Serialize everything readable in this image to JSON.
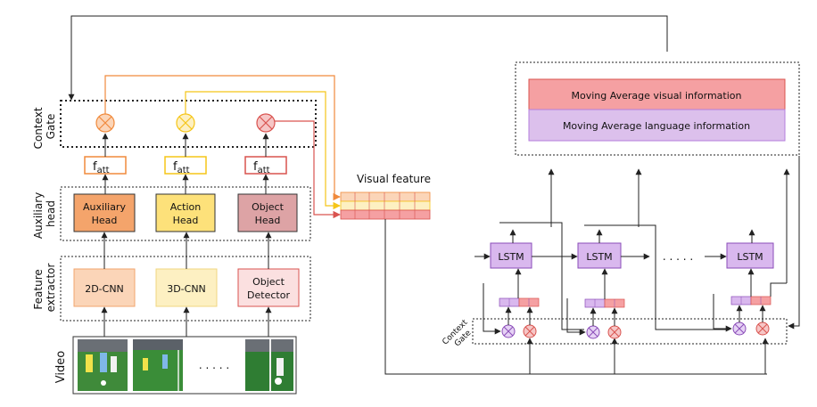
{
  "labels": {
    "context_gate": [
      "Context",
      "Gate"
    ],
    "auxiliary_head": [
      "Auxiliary",
      "head"
    ],
    "feature_extractor": [
      "Feature",
      "extractor"
    ],
    "video": "Video",
    "visual_feature": "Visual feature",
    "lstm_context_gate": [
      "Context",
      "Gate"
    ],
    "lstm_ellipsis": ". . . . .",
    "frames_ellipsis": ". . . . ."
  },
  "attention": {
    "base": "f",
    "subscript": "att"
  },
  "heads": [
    {
      "line1": "Auxiliary",
      "line2": "Head",
      "fill": "#f4a46b",
      "stroke": "#333333"
    },
    {
      "line1": "Action",
      "line2": "Head",
      "fill": "#fde17a",
      "stroke": "#333333"
    },
    {
      "line1": "Object",
      "line2": "Head",
      "fill": "#dda3a5",
      "stroke": "#333333"
    }
  ],
  "extractors": [
    {
      "line1": "2D-CNN",
      "line2": "",
      "fill": "#fbd5b8",
      "stroke": "#f2a56e"
    },
    {
      "line1": "3D-CNN",
      "line2": "",
      "fill": "#fdf0c2",
      "stroke": "#f0d680"
    },
    {
      "line1": "Object",
      "line2": "Detector",
      "fill": "#fbe0e0",
      "stroke": "#d9534f"
    }
  ],
  "lstm": {
    "cells": [
      "LSTM",
      "LSTM",
      "LSTM"
    ]
  },
  "moving_average": {
    "visual": "Moving Average visual information",
    "language": "Moving Average language information"
  },
  "colors": {
    "orange": "#f08a3c",
    "yellow": "#f5c518",
    "red": "#d9534f",
    "purple": "#b57edc",
    "purple_light": "#d9b8ee",
    "pink": "#f5a0a2"
  }
}
